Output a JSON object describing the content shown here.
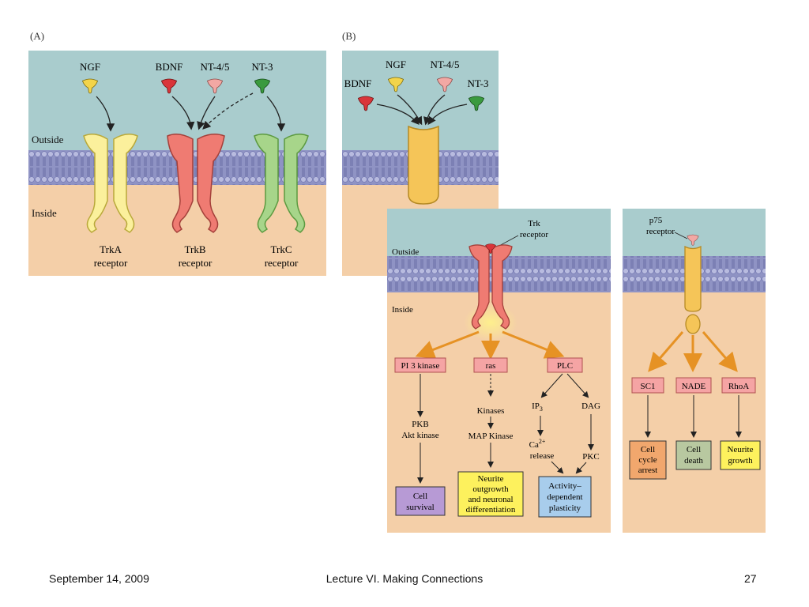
{
  "panel_labels": {
    "a": "(A)",
    "b": "(B)"
  },
  "membrane": {
    "outside": "Outside",
    "inside": "Inside"
  },
  "panel_a": {
    "ligands": [
      "NGF",
      "BDNF",
      "NT-4/5",
      "NT-3"
    ],
    "receptors": [
      {
        "name": "TrkA",
        "sub": "receptor"
      },
      {
        "name": "TrkB",
        "sub": "receptor"
      },
      {
        "name": "TrkC",
        "sub": "receptor"
      }
    ]
  },
  "panel_b": {
    "ligands": [
      "BDNF",
      "NGF",
      "NT-4/5",
      "NT-3"
    ]
  },
  "trk_pathway": {
    "receptor_label": [
      "Trk",
      "receptor"
    ],
    "branches": [
      "PI 3 kinase",
      "ras",
      "PLC"
    ],
    "pi3k_steps": [
      "PKB",
      "Akt kinase"
    ],
    "ras_steps": [
      "Kinases",
      "MAP Kinase"
    ],
    "plc_left": "IP",
    "plc_left_sub": "3",
    "plc_right": "DAG",
    "ca_label": "Ca",
    "ca_sup": "2+",
    "ca_release": "release",
    "pkc": "PKC",
    "outcomes": [
      [
        "Cell",
        "survival"
      ],
      [
        "Neurite",
        "outgrowth",
        "and neuronal",
        "differentiation"
      ],
      [
        "Activity–",
        "dependent",
        "plasticity"
      ]
    ]
  },
  "p75_pathway": {
    "receptor_label": [
      "p75",
      "receptor"
    ],
    "branches": [
      "SC1",
      "NADE",
      "RhoA"
    ],
    "outcomes": [
      [
        "Cell",
        "cycle",
        "arrest"
      ],
      [
        "Cell",
        "death"
      ],
      [
        "Neurite",
        "growth"
      ]
    ]
  },
  "footer": {
    "date": "September 14, 2009",
    "title": "Lecture VI. Making Connections",
    "page": "27"
  },
  "colors": {
    "sky": "#a9cccd",
    "cyto": "#f4cfa8",
    "lipid": "#9b9ec8",
    "trka": "#fbf09c",
    "trkb": "#ef7b72",
    "trkc": "#a7d58a",
    "p75": "#f5c558",
    "ngf": "#f3d44a",
    "bdnf": "#d9353a",
    "nt45": "#f2a8a4",
    "nt3": "#3a9a3e",
    "box_pink": "#f5a4a4",
    "box_purple": "#b79ad5",
    "box_yellow": "#fdf15d",
    "box_blue": "#a8cdec",
    "box_orange": "#f1a76d",
    "box_green": "#b8c8a0",
    "arrow_orange": "#e69224"
  }
}
